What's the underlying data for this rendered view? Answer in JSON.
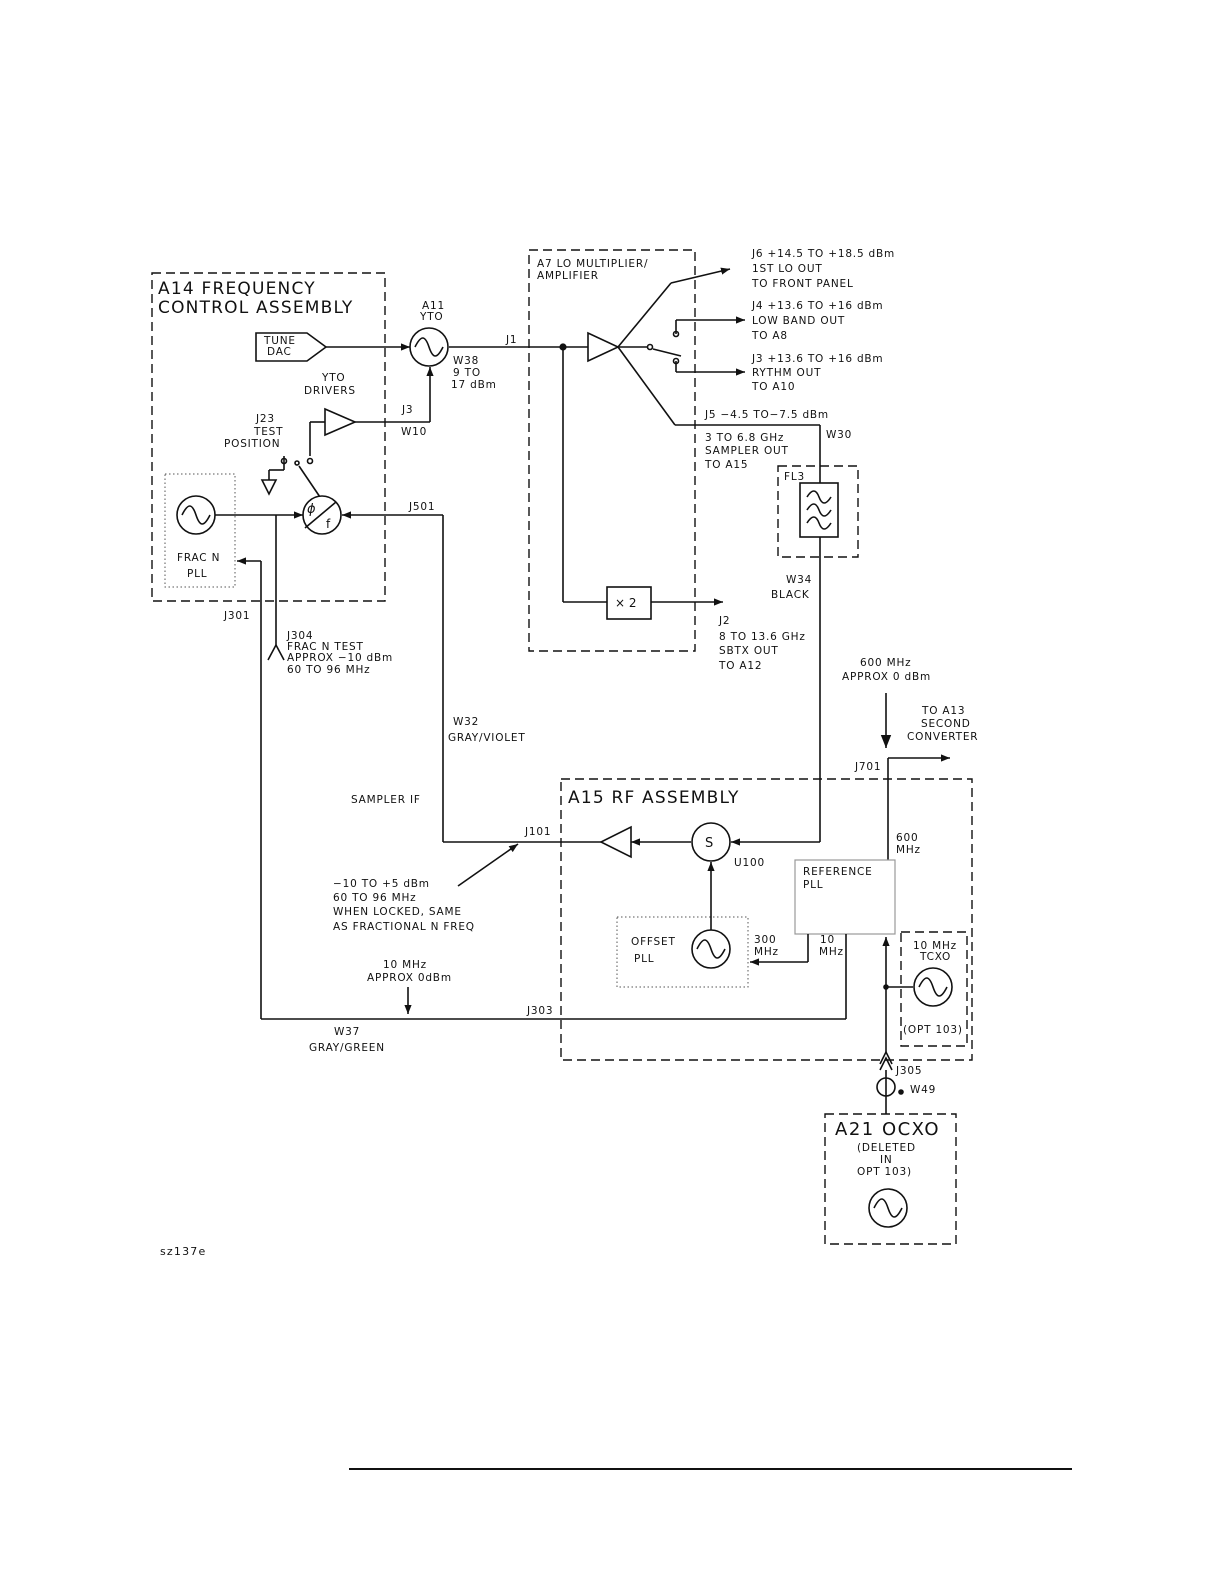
{
  "assemblies": {
    "a14_line1": "A14 FREQUENCY",
    "a14_line2": "CONTROL ASSEMBLY",
    "a7_line1": "A7 LO MULTIPLIER/",
    "a7_line2": "AMPLIFIER",
    "a15": "A15 RF ASSEMBLY",
    "a21": "A21 OCXO",
    "a21_note1": "(DELETED",
    "a21_note2": "IN",
    "a21_note3": "OPT 103)"
  },
  "blocks": {
    "tune_dac_1": "TUNE",
    "tune_dac_2": "DAC",
    "yto_1": "A11",
    "yto_2": "YTO",
    "yto_drivers_1": "YTO",
    "yto_drivers_2": "DRIVERS",
    "frac_n_1": "FRAC N",
    "frac_n_2": "PLL",
    "phase_det_phi": "ϕ",
    "phase_det_f": "f",
    "fl3": "FL3",
    "doubler": "× 2",
    "sampler": "S",
    "u100": "U100",
    "ref_pll_1": "REFERENCE",
    "ref_pll_2": "PLL",
    "offset_pll_1": "OFFSET",
    "offset_pll_2": "PLL",
    "tcxo_1": "10 MHz",
    "tcxo_2": "TCXO",
    "tcxo_opt": "(OPT 103)"
  },
  "labels": {
    "j23_1": "J23",
    "j23_2": "TEST",
    "j23_3": "POSITION",
    "w38_1": "W38",
    "w38_2": "9 TO",
    "w38_3": "17 dBm",
    "j3_yto": "J3",
    "w10": "W10",
    "j1": "J1",
    "j501": "J501",
    "j301": "J301",
    "j304_1": "J304",
    "j304_2": "FRAC N TEST",
    "j304_3": "APPROX −10 dBm",
    "j304_4": "60 TO 96 MHz",
    "j6_1": "J6 +14.5 TO +18.5 dBm",
    "j6_2": "1ST LO OUT",
    "j6_3": "TO FRONT PANEL",
    "j4_1": "J4 +13.6 TO +16 dBm",
    "j4_2": "LOW BAND OUT",
    "j4_3": "TO A8",
    "j3_1": "J3 +13.6 TO +16 dBm",
    "j3_2": "RYTHM OUT",
    "j3_3": "TO A10",
    "j5_1": "J5 −4.5 TO−7.5 dBm",
    "w30": "W30",
    "j5_2": "3 TO 6.8 GHz",
    "j5_3": "SAMPLER OUT",
    "j5_4": "TO A15",
    "w34_1": "W34",
    "w34_2": "BLACK",
    "j2_1": "J2",
    "j2_2": "8 TO 13.6 GHz",
    "j2_3": "SBTX OUT",
    "j2_4": "TO A12",
    "mhz600_1": "600 MHz",
    "mhz600_2": "APPROX 0 dBm",
    "a13_1": "TO A13",
    "a13_2": "SECOND",
    "a13_3": "CONVERTER",
    "j701": "J701",
    "w32_1": "W32",
    "w32_2": "GRAY/VIOLET",
    "sampler_if": "SAMPLER IF",
    "j101": "J101",
    "if_1": "−10 TO +5 dBm",
    "if_2": "60 TO 96 MHz",
    "if_3": "WHEN LOCKED, SAME",
    "if_4": "AS FRACTIONAL N FREQ",
    "mhz600_in_1": "600",
    "mhz600_in_2": "MHz",
    "mhz300_1": "300",
    "mhz300_2": "MHz",
    "mhz10_1": "10",
    "mhz10_2": "MHz",
    "tenmhz_1": "10 MHz",
    "tenmhz_2": "APPROX 0dBm",
    "j303": "J303",
    "w37_1": "W37",
    "w37_2": "GRAY/GREEN",
    "j305": "J305",
    "w49": "W49",
    "figure_id": "sz137e"
  }
}
